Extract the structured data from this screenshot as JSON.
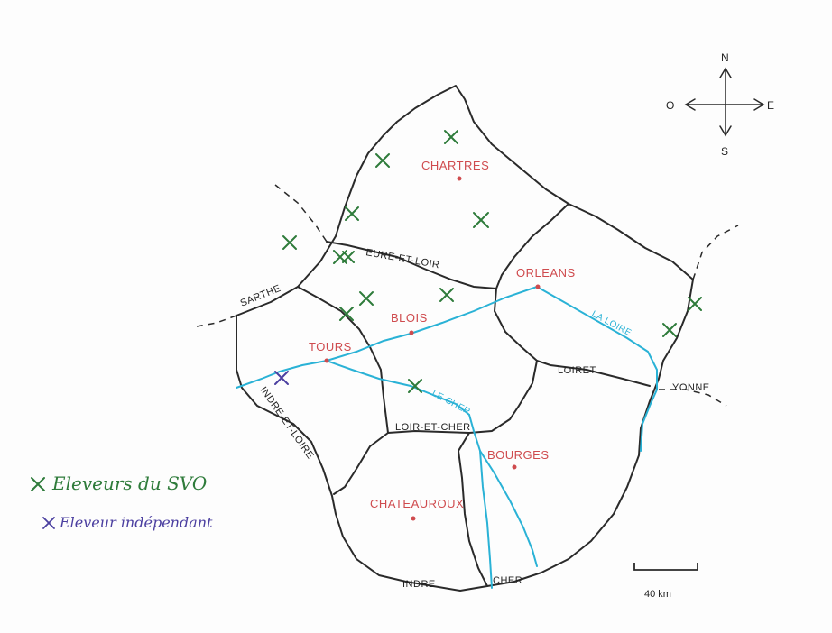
{
  "cities": [
    {
      "id": "chartres",
      "label": "CHARTRES"
    },
    {
      "id": "orleans",
      "label": "ORLEANS"
    },
    {
      "id": "blois",
      "label": "BLOIS"
    },
    {
      "id": "tours",
      "label": "TOURS"
    },
    {
      "id": "bourges",
      "label": "BOURGES"
    },
    {
      "id": "chateauroux",
      "label": "CHATEAUROUX"
    }
  ],
  "departments": {
    "eure_et_loir": "EURE-ET-LOIR",
    "sarthe": "SARTHE",
    "loiret": "LOIRET",
    "yonne": "YONNE",
    "indre_et_loire": "INDRE-ET-LOIRE",
    "loir_et_cher": "LOIR-ET-CHER",
    "indre": "INDRE",
    "cher": "CHER"
  },
  "rivers": {
    "loire": "LA LOIRE",
    "cher": "LE CHER"
  },
  "compass": {
    "north": "N",
    "south": "S",
    "east": "E",
    "west": "O"
  },
  "scale": {
    "label": "40 km"
  },
  "legend": {
    "svo_breeders": "Eleveurs du SVO",
    "independent_breeder": "Eleveur indépendant"
  },
  "colors": {
    "svo_marker": "#2e7b3a",
    "independent_marker": "#4b3fa0",
    "river": "#2ab2d6",
    "city": "#cf4b4e",
    "border": "#2a2a2a"
  }
}
